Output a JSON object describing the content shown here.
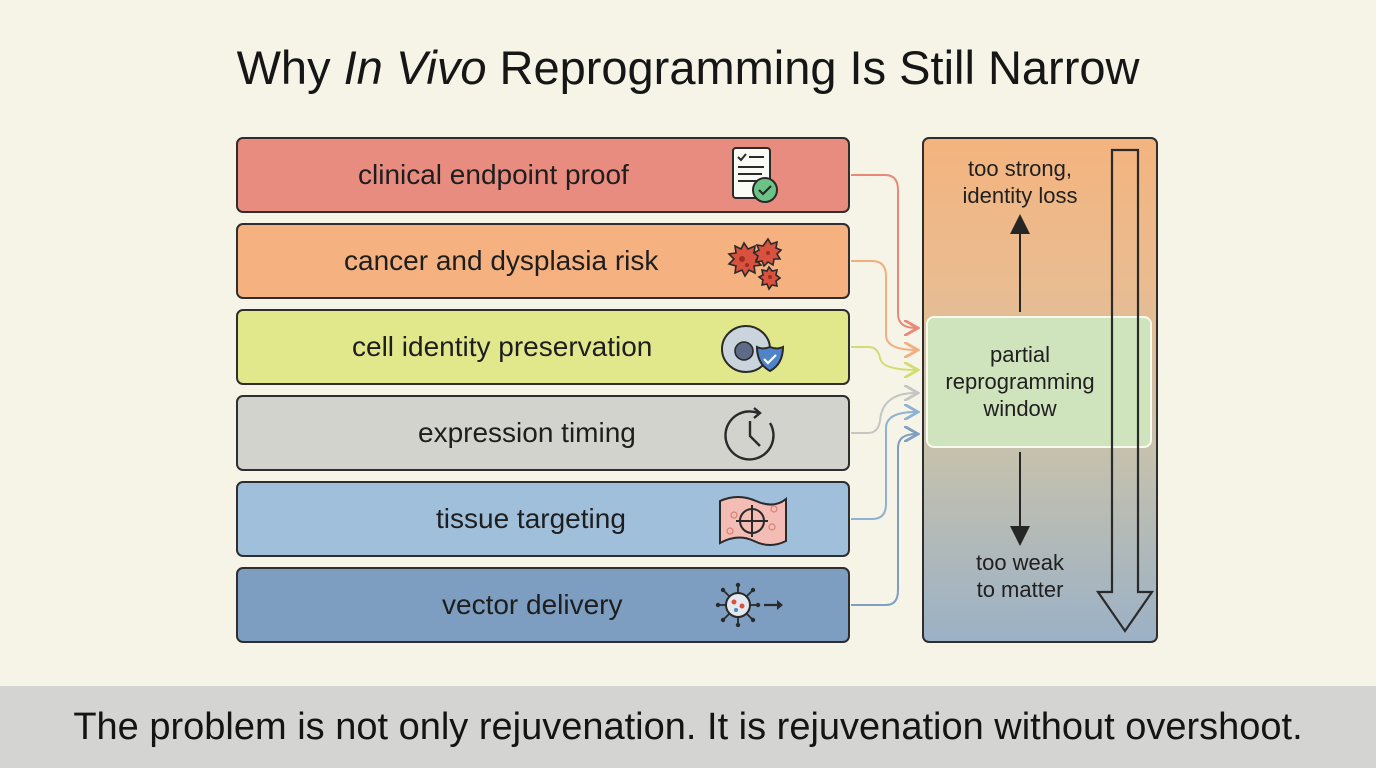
{
  "title": {
    "prefix": "Why ",
    "emphasis": "In Vivo",
    "suffix": " Reprogramming Is Still Narrow"
  },
  "constraints": [
    {
      "label": "clinical endpoint proof",
      "icon": "checklist-icon",
      "color": "#e98c80"
    },
    {
      "label": "cancer and dysplasia risk",
      "icon": "cancer-cells-icon",
      "color": "#f5b17f"
    },
    {
      "label": "cell identity preservation",
      "icon": "cell-shield-icon",
      "color": "#e1e88c"
    },
    {
      "label": "expression timing",
      "icon": "clock-icon",
      "color": "#d3d3cd"
    },
    {
      "label": "tissue targeting",
      "icon": "tissue-target-icon",
      "color": "#9fbfdb"
    },
    {
      "label": "vector delivery",
      "icon": "virus-vector-icon",
      "color": "#7d9dc1"
    }
  ],
  "range": {
    "top_line1": "too strong,",
    "top_line2": "identity loss",
    "window_line1": "partial",
    "window_line2": "reprogramming",
    "window_line3": "window",
    "bottom_line1": "too weak",
    "bottom_line2": "to matter"
  },
  "footer": "The problem is not only rejuvenation. It is rejuvenation without overshoot."
}
